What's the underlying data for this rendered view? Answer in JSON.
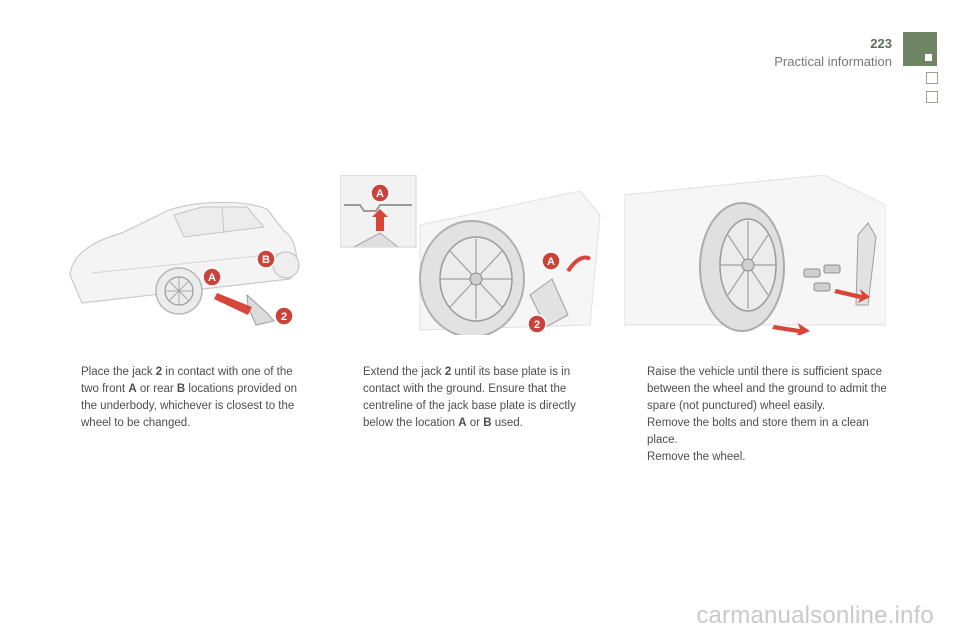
{
  "header": {
    "page_number": "223",
    "section_title": "Practical information"
  },
  "colors": {
    "accent_green": "#6f8564",
    "marker_red": "#c9433a",
    "arrow_red": "#d8463a"
  },
  "illustrations": [
    {
      "icon": "car-jack-position-illustration",
      "labels": [
        "A",
        "B",
        "2"
      ]
    },
    {
      "icon": "jack-extend-illustration",
      "labels": [
        "A",
        "2"
      ]
    },
    {
      "icon": "wheel-removal-illustration",
      "labels": []
    }
  ],
  "columns": [
    {
      "items": [
        {
          "bullet": "",
          "parts": [
            "Place the jack ",
            "2",
            " in contact with one of the two front ",
            "A",
            " or rear ",
            "B",
            " locations provided on the underbody, whichever is closest to the wheel to be changed."
          ]
        }
      ]
    },
    {
      "items": [
        {
          "bullet": "",
          "parts": [
            "Extend the jack ",
            "2",
            " until its base plate is in contact with the ground. Ensure that the centreline of the jack base plate is directly below the location ",
            "A",
            " or ",
            "B",
            " used."
          ]
        }
      ]
    },
    {
      "items": [
        {
          "bullet": "",
          "text": "Raise the vehicle until there is sufficient space between the wheel and the ground to admit the spare (not punctured) wheel easily."
        },
        {
          "bullet": "",
          "text": "Remove the bolts and store them in a clean place."
        },
        {
          "bullet": "",
          "text": "Remove the wheel."
        }
      ]
    }
  ],
  "watermark": "carmanualsonline.info"
}
